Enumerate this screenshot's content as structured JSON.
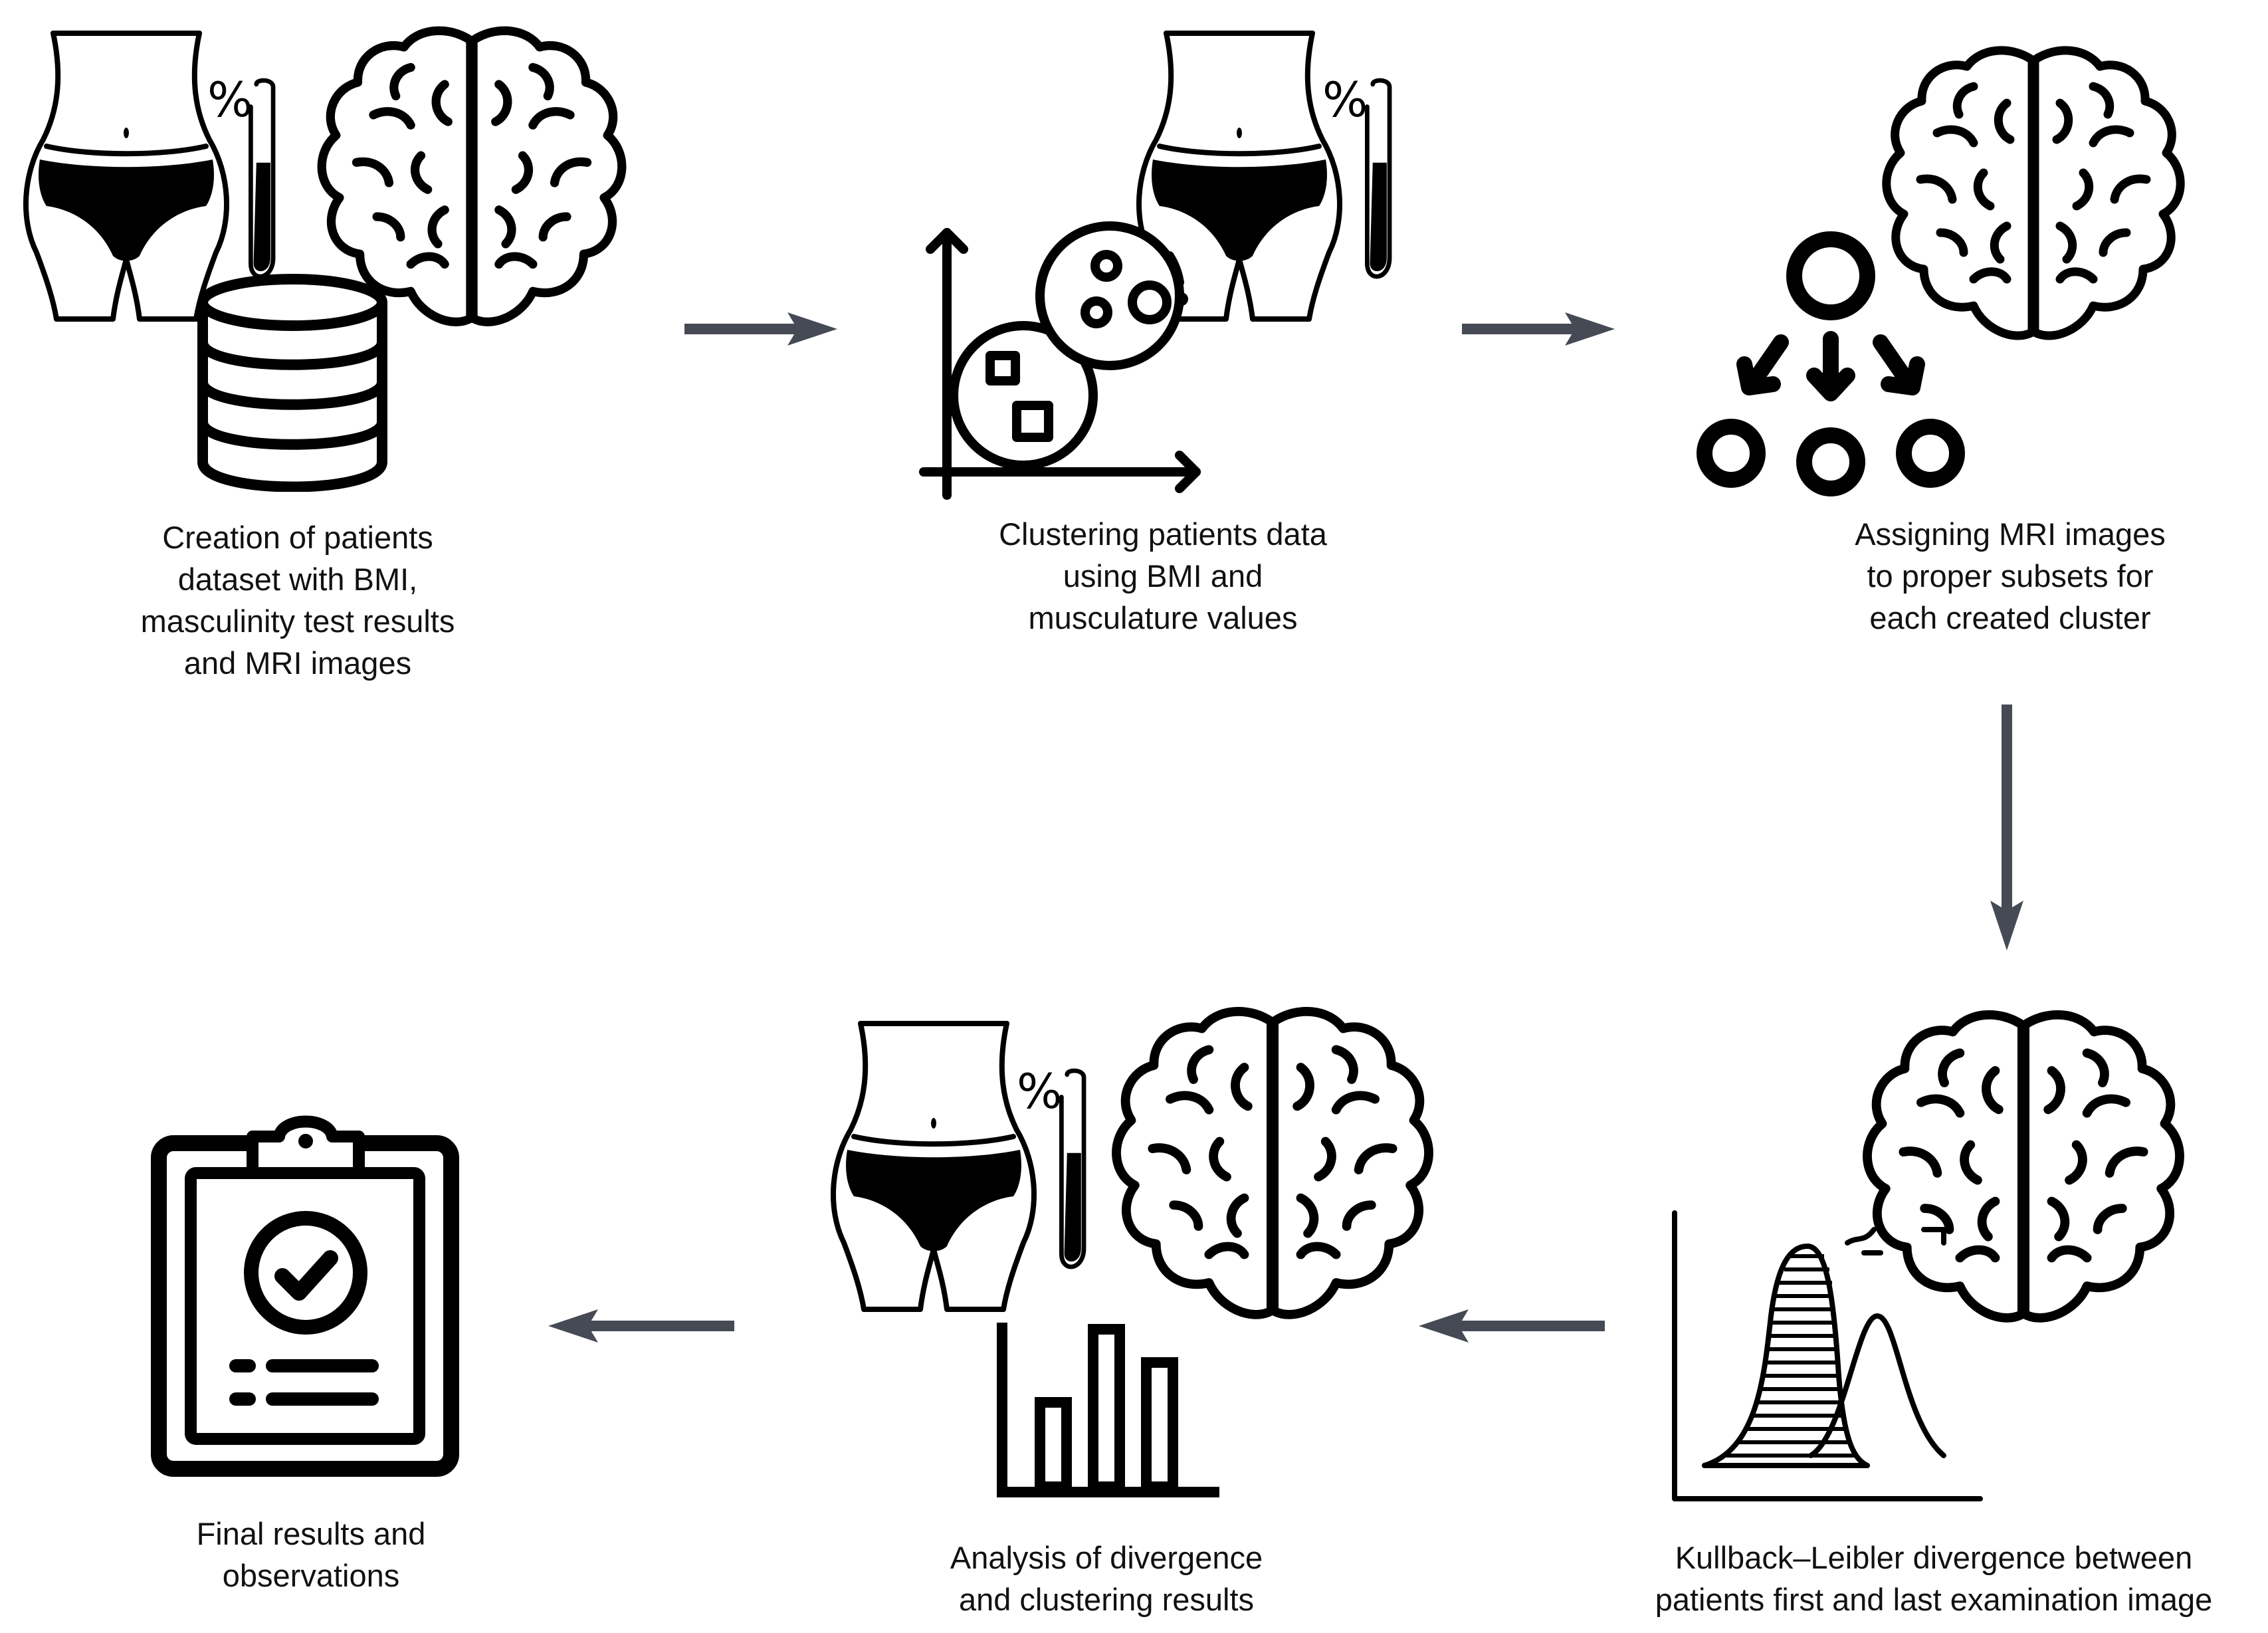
{
  "colors": {
    "arrow": "#454a54",
    "icon_stroke": "#000000",
    "background": "#ffffff"
  },
  "steps": [
    {
      "id": "step1",
      "icons": [
        "body-icon",
        "body-fat-percent-icon",
        "brain-icon",
        "database-icon"
      ],
      "caption": [
        "Creation of patients",
        "dataset with BMI,",
        "masculinity test results",
        "and MRI images"
      ]
    },
    {
      "id": "step2",
      "icons": [
        "body-icon",
        "body-fat-percent-icon",
        "cluster-chart-icon"
      ],
      "caption": [
        "Clustering patients data",
        "using BMI and",
        "musculature values"
      ]
    },
    {
      "id": "step3",
      "icons": [
        "brain-icon",
        "split-nodes-icon"
      ],
      "caption": [
        "Assigning MRI images",
        "to proper subsets for",
        "each created cluster"
      ]
    },
    {
      "id": "step4",
      "icons": [
        "brain-icon",
        "distribution-chart-icon"
      ],
      "caption": [
        "Kullback–Leibler divergence between",
        "patients first and last examination image"
      ]
    },
    {
      "id": "step5",
      "icons": [
        "body-icon",
        "body-fat-percent-icon",
        "brain-icon",
        "bar-chart-icon"
      ],
      "caption": [
        "Analysis of divergence",
        "and clustering results"
      ]
    },
    {
      "id": "step6",
      "icons": [
        "clipboard-check-icon"
      ],
      "caption": [
        "Final results and",
        "observations"
      ]
    }
  ],
  "flow": [
    {
      "from": "step1",
      "to": "step2",
      "direction": "right"
    },
    {
      "from": "step2",
      "to": "step3",
      "direction": "right"
    },
    {
      "from": "step3",
      "to": "step4",
      "direction": "down"
    },
    {
      "from": "step4",
      "to": "step5",
      "direction": "left"
    },
    {
      "from": "step5",
      "to": "step6",
      "direction": "left"
    }
  ],
  "labels": {
    "percent_symbol": "%"
  }
}
